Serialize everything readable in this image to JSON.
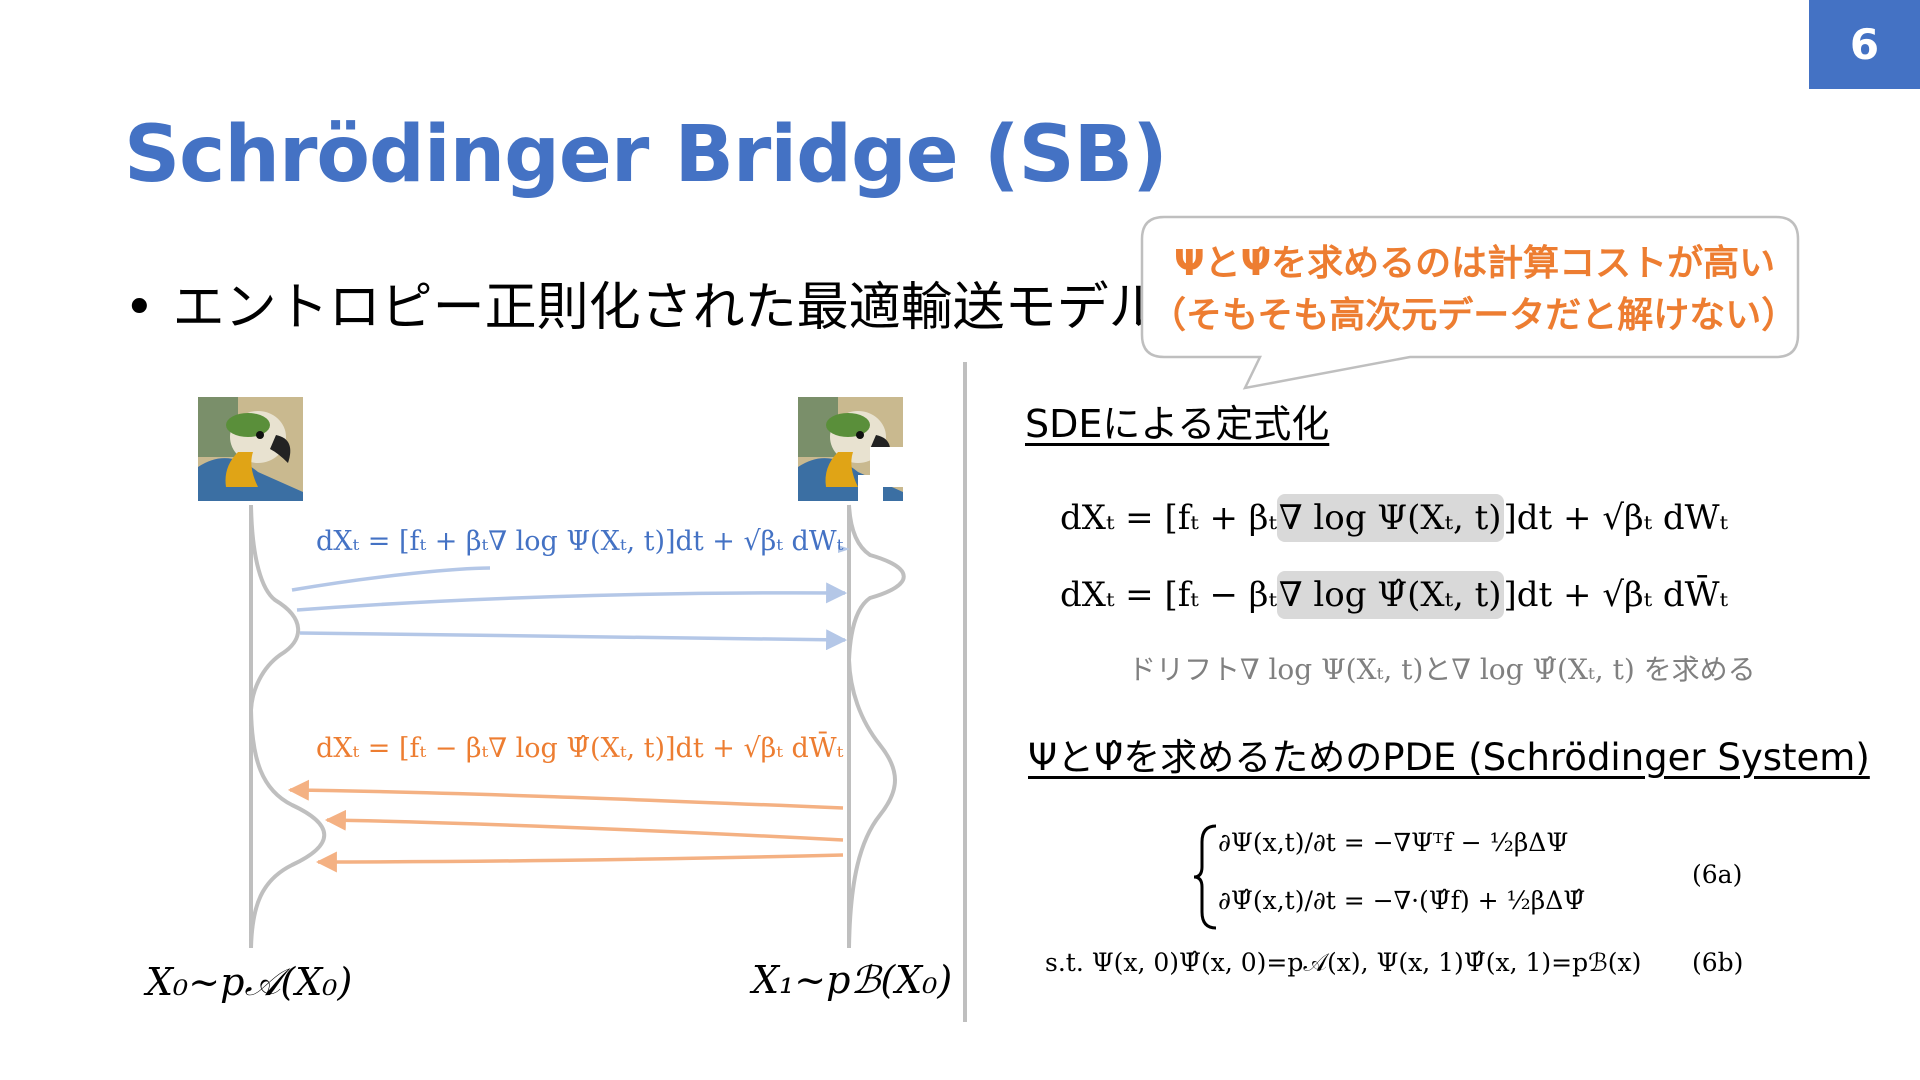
{
  "page_number": "6",
  "title": "Schrödinger Bridge (SB)",
  "bullet": {
    "marker": "•",
    "text": "エントロピー正則化された最適輸送モデル"
  },
  "callout": {
    "line1": "ΨとΨ̂を求めるのは計算コストが高い",
    "line2": "（そもそも高次元データだと解けない）"
  },
  "diagram": {
    "forward_sde": "dXₜ = [fₜ + βₜ∇ log Ψ(Xₜ, t)]dt + √βₜ dWₜ",
    "backward_sde": "dXₜ = [fₜ − βₜ∇ log Ψ̂(Xₜ, t)]dt + √βₜ dW̄ₜ",
    "label_left": "X₀~p𝒜(X₀)",
    "label_right": "X₁~pℬ(X₀)"
  },
  "right_panel": {
    "sde_heading": "SDEによる定式化",
    "eq1": {
      "prefix": "dXₜ = [fₜ + βₜ",
      "highlight": "∇ log Ψ(Xₜ, t)",
      "suffix": "]dt + √βₜ dWₜ"
    },
    "eq2": {
      "prefix": "dXₜ = [fₜ − βₜ",
      "highlight": "∇ log Ψ̂(Xₜ, t)",
      "suffix": "]dt + √βₜ dW̄ₜ"
    },
    "drift_note": "ドリフト∇ log Ψ(Xₜ, t)と∇ log Ψ̂(Xₜ, t) を求める",
    "pde_heading": "ΨとΨ̂を求めるためのPDE (Schrödinger System)",
    "pde_line1": "∂Ψ(x,t)/∂t = −∇Ψᵀf − ½βΔΨ",
    "pde_line2": "∂Ψ̂(x,t)/∂t = −∇·(Ψ̂f) + ½βΔΨ̂",
    "pde_tag_a": "(6a)",
    "constraint": "s.t. Ψ(x, 0)Ψ̂(x, 0)=p𝒜(x), Ψ(x, 1)Ψ̂(x, 1)=pℬ(x)",
    "constraint_tag": "(6b)"
  },
  "colors": {
    "accent_blue": "#4472c4",
    "accent_orange": "#ed7d31",
    "arrow_blue": "#b4c7e7",
    "arrow_orange": "#f4b183",
    "gray_line": "#bfbfbf"
  }
}
